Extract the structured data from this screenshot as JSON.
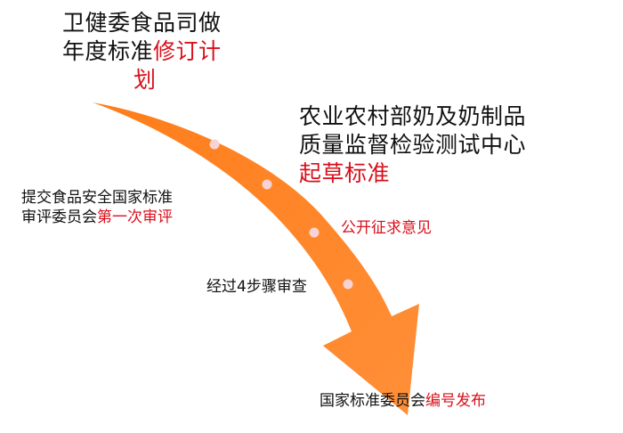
{
  "diagram": {
    "type": "curved-process-arrow",
    "colors": {
      "arrow": "#ff8326",
      "arrow_light": "#ff8f33",
      "dot": "#f8d3d3",
      "text_black": "#111111",
      "text_red": "#d9101c"
    },
    "steps": [
      {
        "id": "plan",
        "line1": "卫健委食品司做",
        "line2_black": "年度标准",
        "line2_red": "修订计",
        "line3_red": "划"
      },
      {
        "id": "draft",
        "line1": "农业农村部奶及奶制品",
        "line2": "质量监督检验测试中心",
        "line3_red": "起草标准"
      },
      {
        "id": "public",
        "text_red": "公开征求意见"
      },
      {
        "id": "review1",
        "line1": "提交食品安全国家标准",
        "line2_black": "审评委员会",
        "line2_red": "第一次审评"
      },
      {
        "id": "four_steps",
        "text": "经过4步骤审查"
      },
      {
        "id": "publish",
        "text_black": "国家标准委员会",
        "text_red": "编号发布"
      }
    ],
    "dots_count": 4
  }
}
